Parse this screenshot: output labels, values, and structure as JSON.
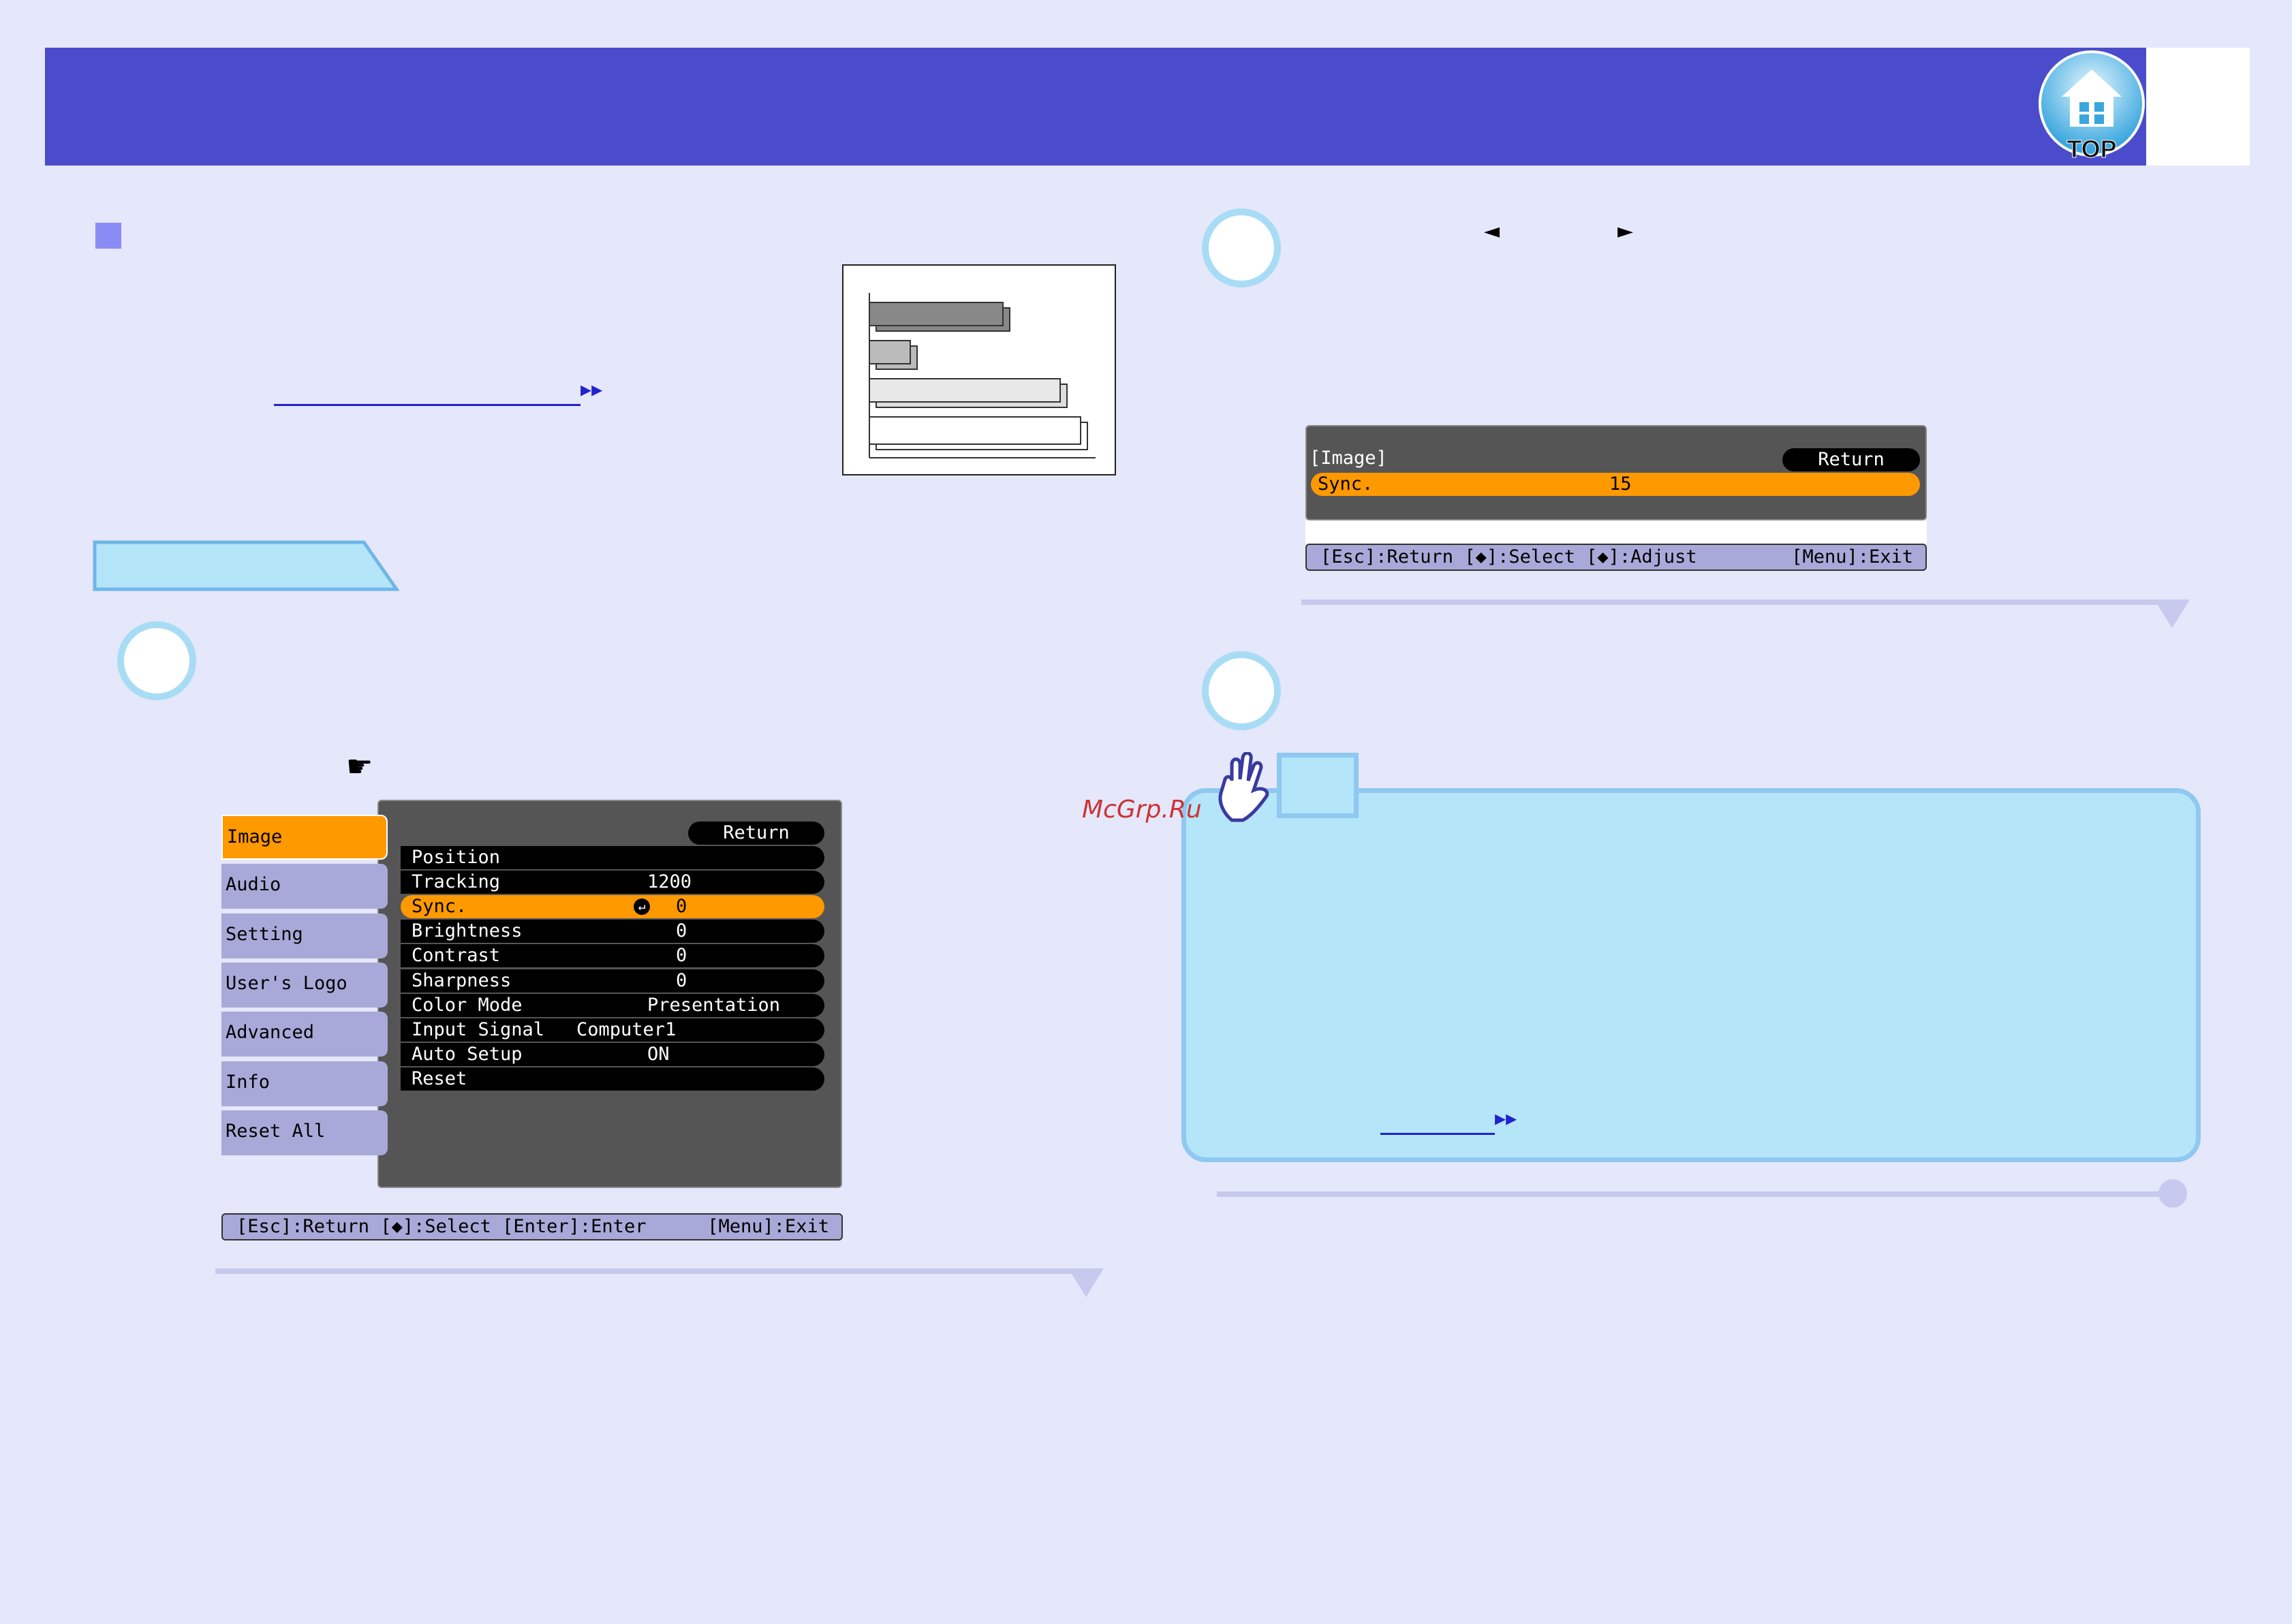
{
  "header": {
    "top_button_label": "TOP",
    "top_button_icon": "home-icon"
  },
  "left": {
    "link_arrow": "▸▸",
    "osd_menu": {
      "sidebar": [
        "Image",
        "Audio",
        "Setting",
        "User's Logo",
        "Advanced",
        "Info",
        "Reset All"
      ],
      "selected_sidebar": "Image",
      "return_label": "Return",
      "rows": [
        {
          "label": "Position",
          "value": ""
        },
        {
          "label": "Tracking",
          "value": "1200"
        },
        {
          "label": "Sync.",
          "value": "0",
          "enter_icon": true
        },
        {
          "label": "Brightness",
          "value": "0"
        },
        {
          "label": "Contrast",
          "value": "0"
        },
        {
          "label": "Sharpness",
          "value": "0"
        },
        {
          "label": "Color Mode",
          "value": "Presentation"
        },
        {
          "label": "Input Signal",
          "value": "Computer1"
        },
        {
          "label": "Auto Setup",
          "value": "ON"
        },
        {
          "label": "Reset",
          "value": ""
        }
      ],
      "selected_row": "Sync.",
      "status_left": "[Esc]:Return [◆]:Select [Enter]:Enter",
      "status_right": "[Menu]:Exit"
    },
    "pointer_icon": "☛"
  },
  "right": {
    "arrow_left": "◄",
    "arrow_right": "►",
    "osd_adjust": {
      "title": "[Image]",
      "return_label": "Return",
      "row_label": "Sync.",
      "row_value": "15",
      "status_left": "[Esc]:Return [◆]:Select [◆]:Adjust",
      "status_right": "[Menu]:Exit"
    },
    "note_link_arrow": "▸▸"
  },
  "watermark": "McGrp.Ru",
  "colors": {
    "header": "#4b4ccb",
    "menu_select": "#ff9900",
    "note_bg": "#b4e5f9",
    "sidebar_item": "#a9a9d9"
  }
}
